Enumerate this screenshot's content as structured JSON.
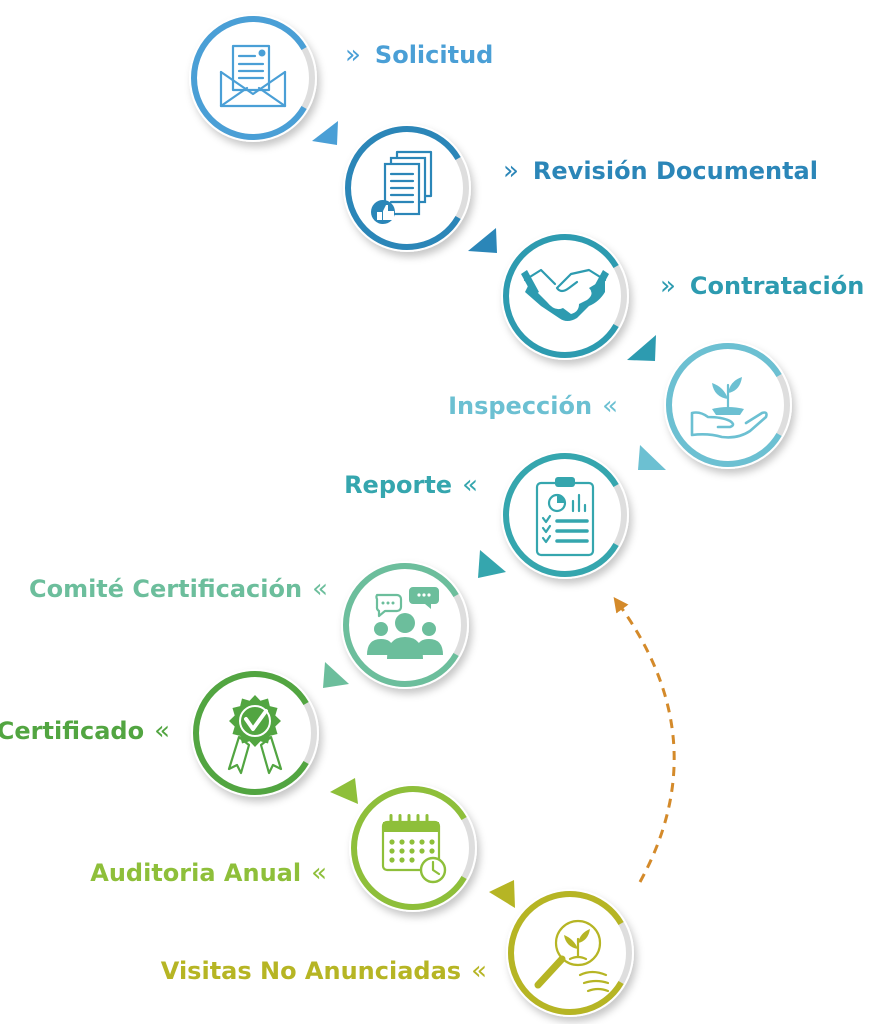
{
  "steps": [
    {
      "label": "Solicitud",
      "chevron": "»",
      "icon": "envelope-document-icon",
      "color": "#4a9fd6"
    },
    {
      "label": "Revisión Documental",
      "chevron": "»",
      "icon": "documents-approval-icon",
      "color": "#2b86b8"
    },
    {
      "label": "Contratación",
      "chevron": "»",
      "icon": "handshake-icon",
      "color": "#2d9bb0"
    },
    {
      "label": "Inspección",
      "chevron": "«",
      "icon": "hand-plant-icon",
      "color": "#6cc0d2"
    },
    {
      "label": "Reporte",
      "chevron": "«",
      "icon": "clipboard-report-icon",
      "color": "#35a6ae"
    },
    {
      "label": "Comité Certificación",
      "chevron": "«",
      "icon": "committee-people-icon",
      "color": "#6cbe9c"
    },
    {
      "label": "Certificado",
      "chevron": "«",
      "icon": "certificate-badge-icon",
      "color": "#52a541"
    },
    {
      "label": "Auditoria Anual",
      "chevron": "«",
      "icon": "calendar-clock-icon",
      "color": "#8ebf3a"
    },
    {
      "label": "Visitas No Anunciadas",
      "chevron": "«",
      "icon": "magnifier-plant-icon",
      "color": "#b6b524"
    }
  ],
  "return_arrow_color": "#d48a2a"
}
